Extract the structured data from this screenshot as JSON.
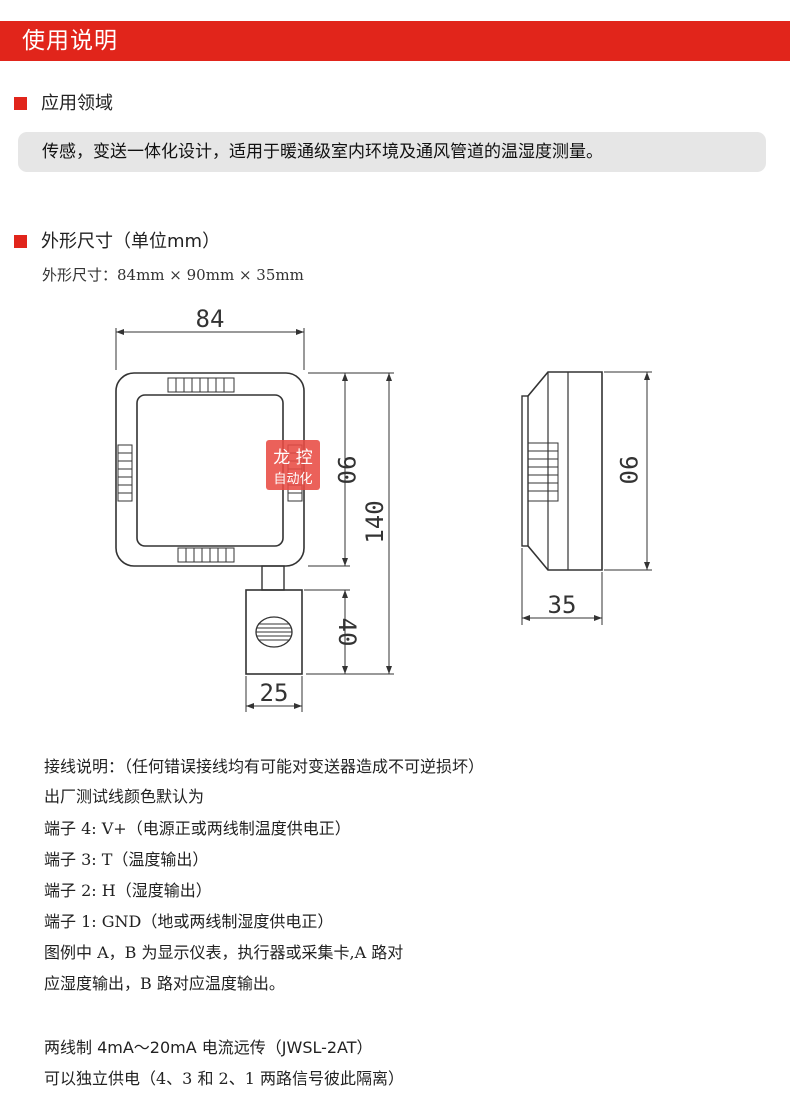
{
  "banner": {
    "title": "使用说明"
  },
  "sections": {
    "application": {
      "title": "应用领域"
    },
    "dimensions": {
      "title": "外形尺寸（单位mm）"
    }
  },
  "application_text": "传感，变送一体化设计，适用于暖通级室内环境及通风管道的温湿度测量。",
  "dimensions_text": "外形尺寸：84mm × 90mm × 35mm",
  "drawing": {
    "dims": {
      "width_84": "84",
      "height_90": "90",
      "total_140": "140",
      "probe_40": "40",
      "probe_25": "25",
      "side_90": "90",
      "side_35": "35"
    },
    "watermark": {
      "line1": "龙 控",
      "line2": "自动化"
    }
  },
  "wiring": {
    "title": "接线说明：（任何错误接线均有可能对变送器造成不可逆损坏）",
    "factory": "出厂测试线颜色默认为",
    "t4": "端子 4:  V+（电源正或两线制温度供电正）",
    "t3": "端子 3:  T（温度输出）",
    "t2": "端子 2:  H（湿度输出）",
    "t1": "端子 1:  GND（地或两线制湿度供电正）",
    "legend_1": "图例中 A，B 为显示仪表，执行器或采集卡,A 路对",
    "legend_2": "应湿度输出，B 路对应温度输出。",
    "twowire_title": "两线制 4mA～20mA 电流远传（JWSL-2AT）",
    "twowire_desc": "可以独立供电（4、3 和 2、1 两路信号彼此隔离）"
  }
}
